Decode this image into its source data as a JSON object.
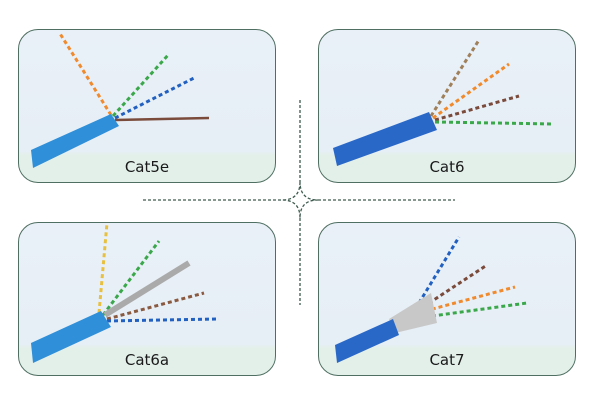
{
  "cards": [
    {
      "label": "Cat5e"
    },
    {
      "label": "Cat6"
    },
    {
      "label": "Cat6a"
    },
    {
      "label": "Cat7"
    }
  ],
  "colors": {
    "cable_blue": "#2f8fd8",
    "border": "#4f6f62",
    "orange": "#f08a2c",
    "green": "#3aa84a",
    "blue_pair": "#2160c0",
    "brown": "#7a4a3a"
  }
}
